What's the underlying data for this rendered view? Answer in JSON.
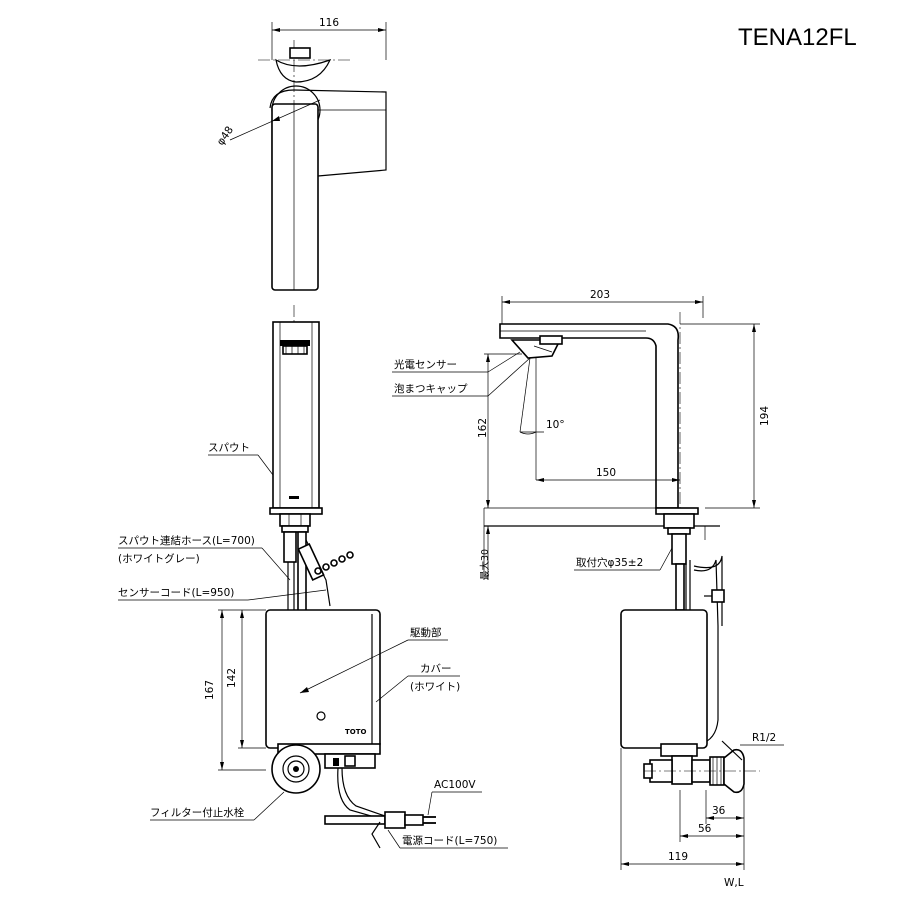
{
  "model": "TENA12FL",
  "dims": {
    "top_width": "116",
    "spout_dia": "φ48",
    "reach": "203",
    "height_total": "194",
    "height_162": "162",
    "angle": "10°",
    "offset_150": "150",
    "max30": "最大30",
    "box_167": "167",
    "box_142": "142",
    "d36": "36",
    "d56": "56",
    "d119": "119"
  },
  "labels": {
    "spout": "スパウト",
    "hose": "スパウト連結ホース(L=700)",
    "hose_color": "(ホワイトグレー)",
    "sensor_cord": "センサーコード(L=950)",
    "drive": "駆動部",
    "cover": "カバー",
    "cover_color": "(ホワイト)",
    "filter_valve": "フィルター付止水栓",
    "ac": "AC100V",
    "power_cord": "電源コード(L=750)",
    "photo_sensor": "光電センサー",
    "foam_cap": "泡まつキャップ",
    "mount_hole": "取付穴φ35±2",
    "thread": "R1/2",
    "wl": "W,L",
    "brand": "TOTO"
  }
}
